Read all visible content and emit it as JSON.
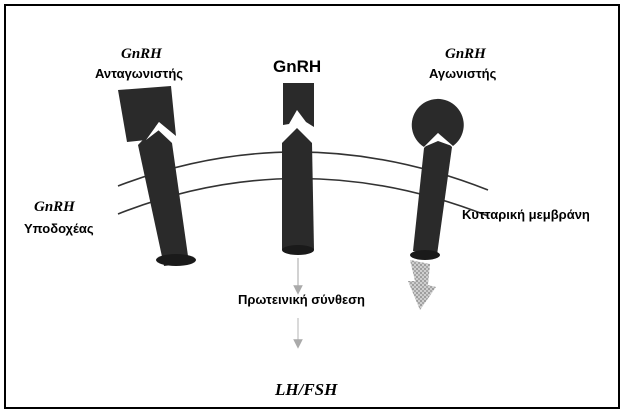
{
  "antagonist": {
    "name": "GnRH",
    "role": "Ανταγωνιστής"
  },
  "hormone": {
    "name": "GnRH"
  },
  "agonist": {
    "name": "GnRH",
    "role": "Αγωνιστής"
  },
  "receptor": {
    "name": "GnRH",
    "role": "Υποδοχέας"
  },
  "membrane_label": "Κυτταρική μεμβράνη",
  "synthesis_label": "Πρωτεινική σύνθεση",
  "product_label": "LH/FSH",
  "colors": {
    "shape": "#2a2a2a",
    "membrane": "#333333",
    "arrow": "#9a9a9a"
  }
}
